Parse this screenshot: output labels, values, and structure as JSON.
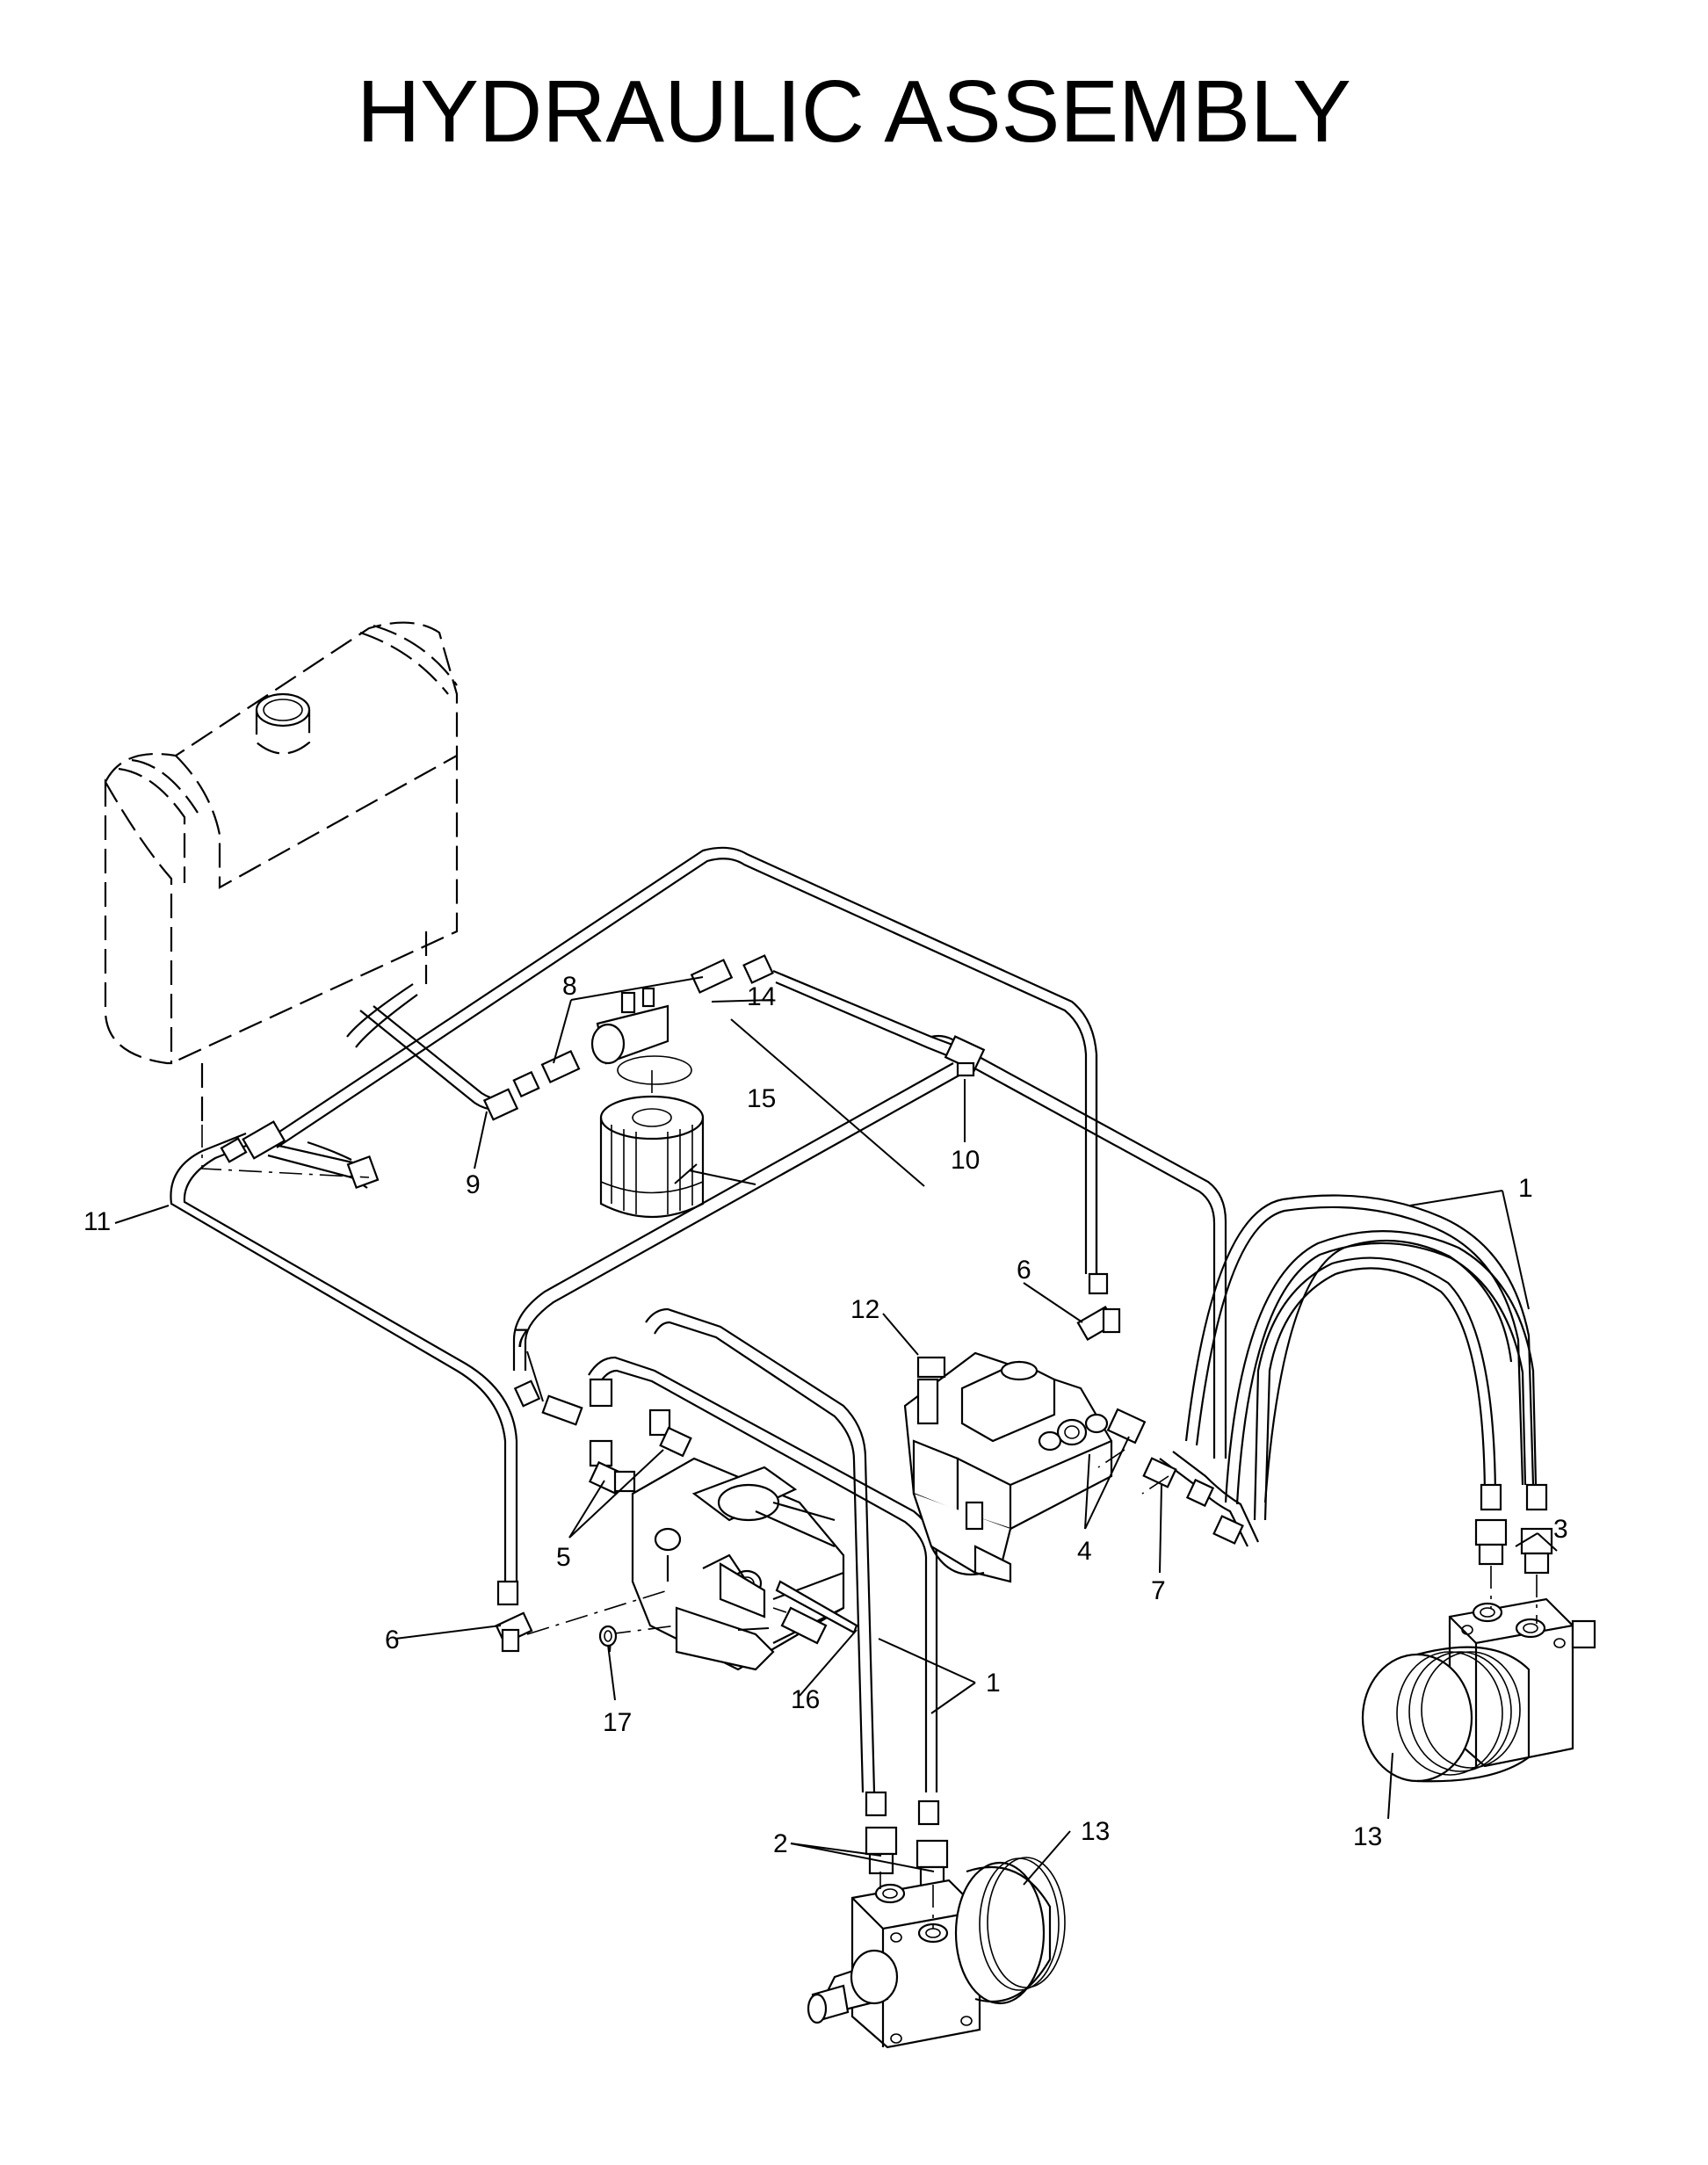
{
  "title": "HYDRAULIC ASSEMBLY",
  "callouts": {
    "c1a": "1",
    "c1b": "1",
    "c2": "2",
    "c3": "3",
    "c4": "4",
    "c5": "5",
    "c6a": "6",
    "c6b": "6",
    "c7a": "7",
    "c7b": "7",
    "c8": "8",
    "c9": "9",
    "c10": "10",
    "c11": "11",
    "c12": "12",
    "c13a": "13",
    "c13b": "13",
    "c14": "14",
    "c15": "15",
    "c16": "16",
    "c17": "17"
  },
  "colors": {
    "ink": "#000000",
    "paper": "#ffffff"
  }
}
